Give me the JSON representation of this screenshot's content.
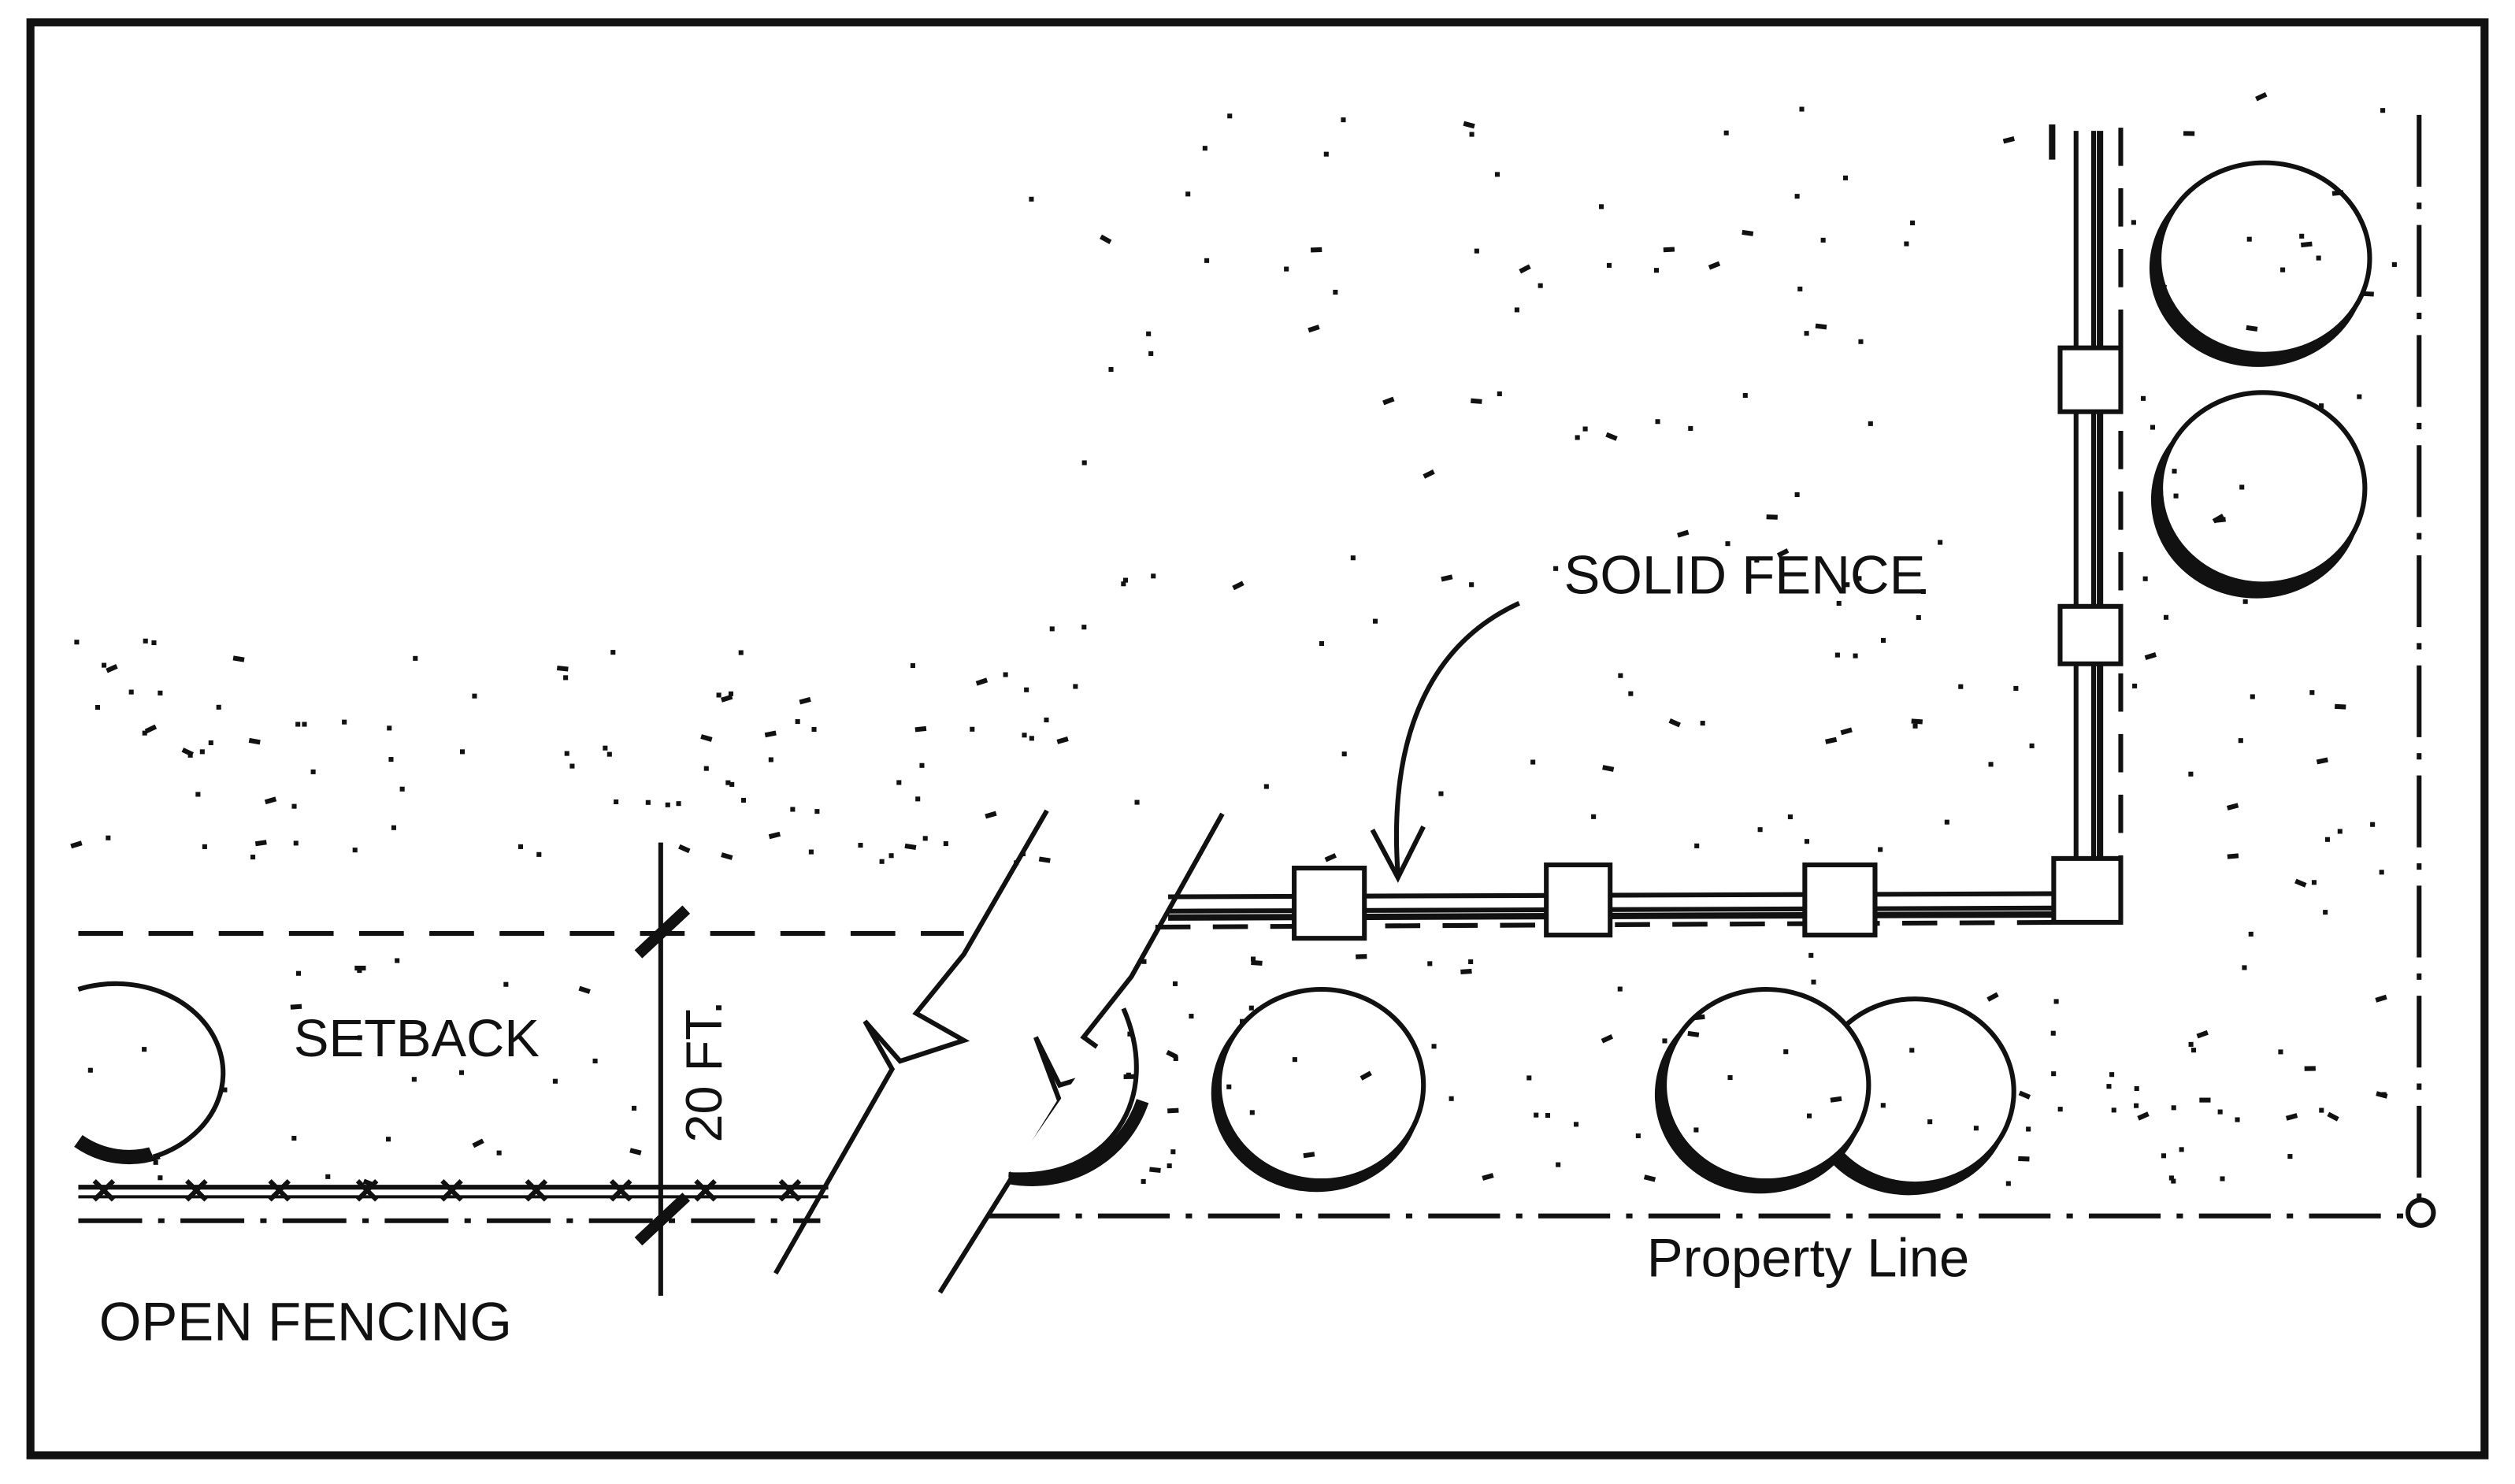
{
  "labels": {
    "solid_fence": "SOLID FENCE",
    "setback": "SETBACK",
    "dimension": "20 FT.",
    "open_fencing": "OPEN FENCING",
    "property_line": "Property Line"
  },
  "colors": {
    "ink": "#111111",
    "paper": "#ffffff"
  }
}
